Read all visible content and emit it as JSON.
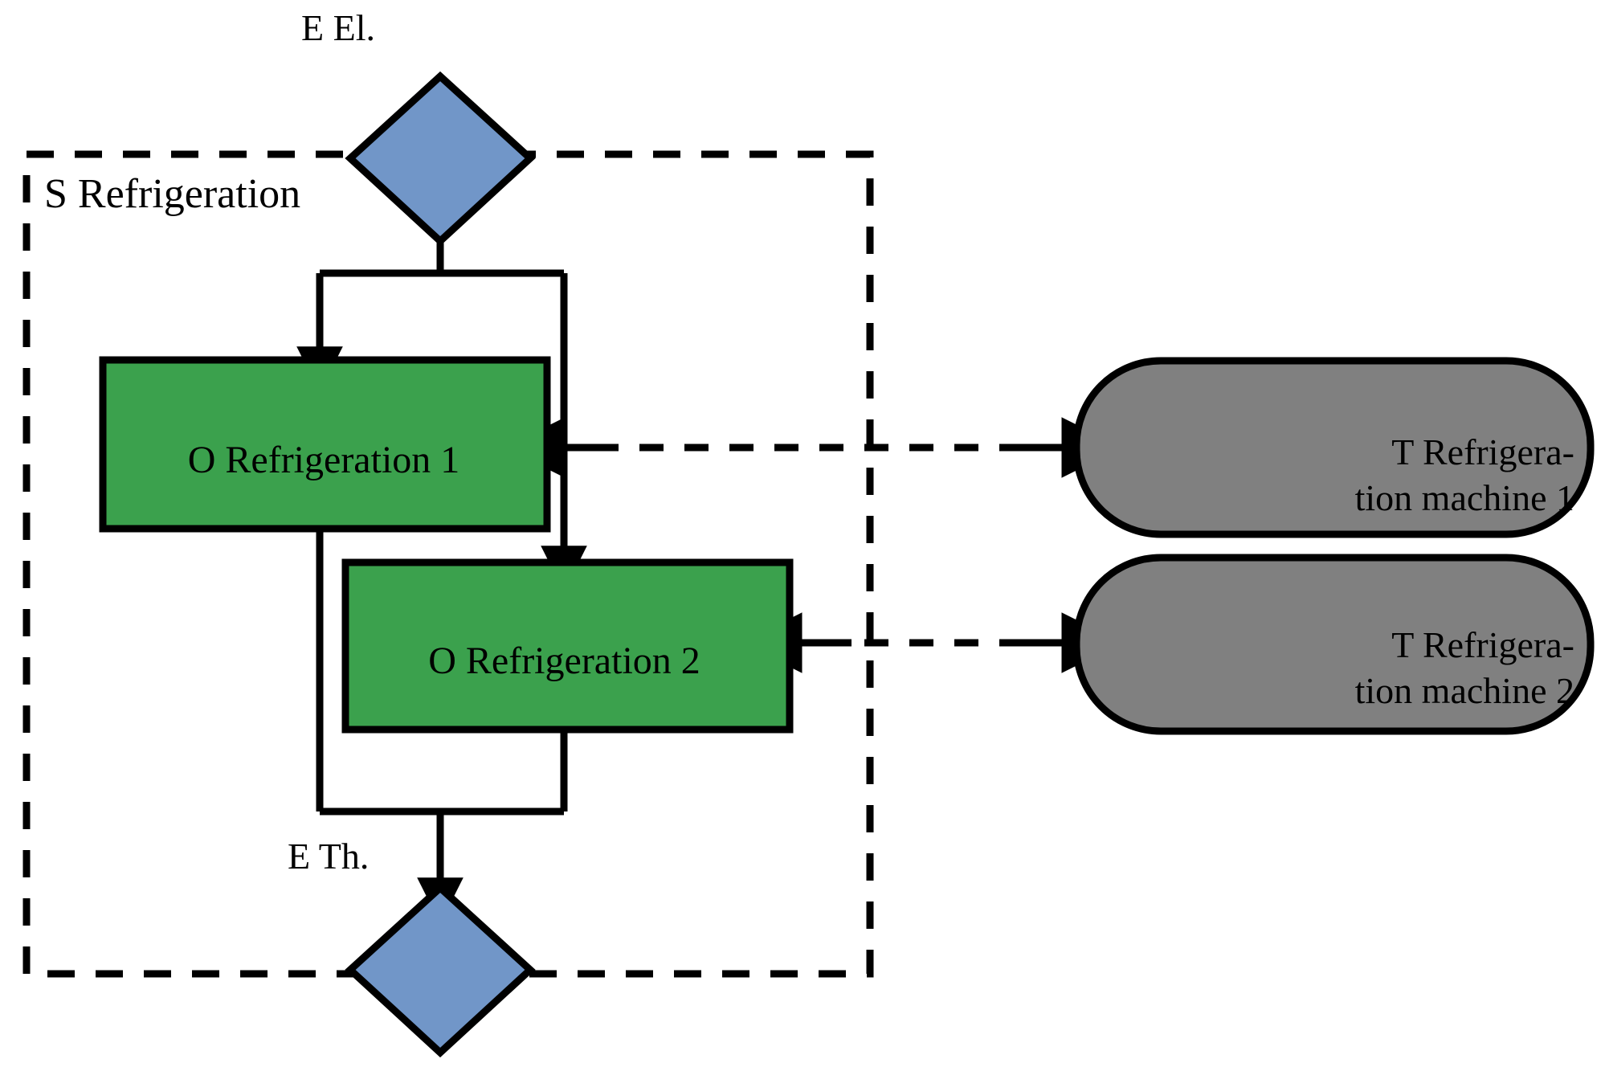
{
  "diagram": {
    "title_hidden": "",
    "colors": {
      "blue_node": "#7196c8",
      "green_node": "#3ba14d",
      "gray_node": "#808080",
      "stroke": "#000000",
      "background": "#ffffff"
    },
    "system_boundary": {
      "label": "S Refrigeration",
      "style": "dashed"
    },
    "energy_labels": [
      {
        "id": "e-el",
        "text": "E El."
      },
      {
        "id": "e-th",
        "text": "E Th."
      }
    ],
    "nodes": {
      "input_flow": {
        "shape": "diamond",
        "label": "",
        "color": "#7196c8"
      },
      "output_flow": {
        "shape": "diamond",
        "label": "",
        "color": "#7196c8"
      },
      "operations": [
        {
          "id": "op-1",
          "shape": "rectangle",
          "label": "O Refrigeration 1",
          "color": "#3ba14d"
        },
        {
          "id": "op-2",
          "shape": "rectangle",
          "label": "O Refrigeration 2",
          "color": "#3ba14d"
        }
      ],
      "technologies": [
        {
          "id": "tech-1",
          "shape": "rounded-rectangle",
          "color": "#808080",
          "label_lines": [
            "T Refrigera-",
            "tion machine 1"
          ]
        },
        {
          "id": "tech-2",
          "shape": "rounded-rectangle",
          "color": "#808080",
          "label_lines": [
            "T Refrigera-",
            "tion machine 2"
          ]
        }
      ]
    },
    "edges": [
      {
        "id": "edge-input-to-op1",
        "from": "input_flow",
        "to": "op-1",
        "style": "solid",
        "arrow": "to"
      },
      {
        "id": "edge-input-to-op2",
        "from": "input_flow",
        "to": "op-2",
        "style": "solid",
        "arrow": "to"
      },
      {
        "id": "edge-op1-to-output",
        "from": "op-1",
        "to": "output_flow",
        "style": "solid",
        "arrow": "to"
      },
      {
        "id": "edge-op2-to-output",
        "from": "op-2",
        "to": "output_flow",
        "style": "solid",
        "arrow": "to"
      },
      {
        "id": "edge-tech1-to-op1",
        "from": "tech-1",
        "to": "op-1",
        "style": "dashed",
        "arrow": "both"
      },
      {
        "id": "edge-tech2-to-op2",
        "from": "tech-2",
        "to": "op-2",
        "style": "dashed",
        "arrow": "both"
      }
    ]
  }
}
